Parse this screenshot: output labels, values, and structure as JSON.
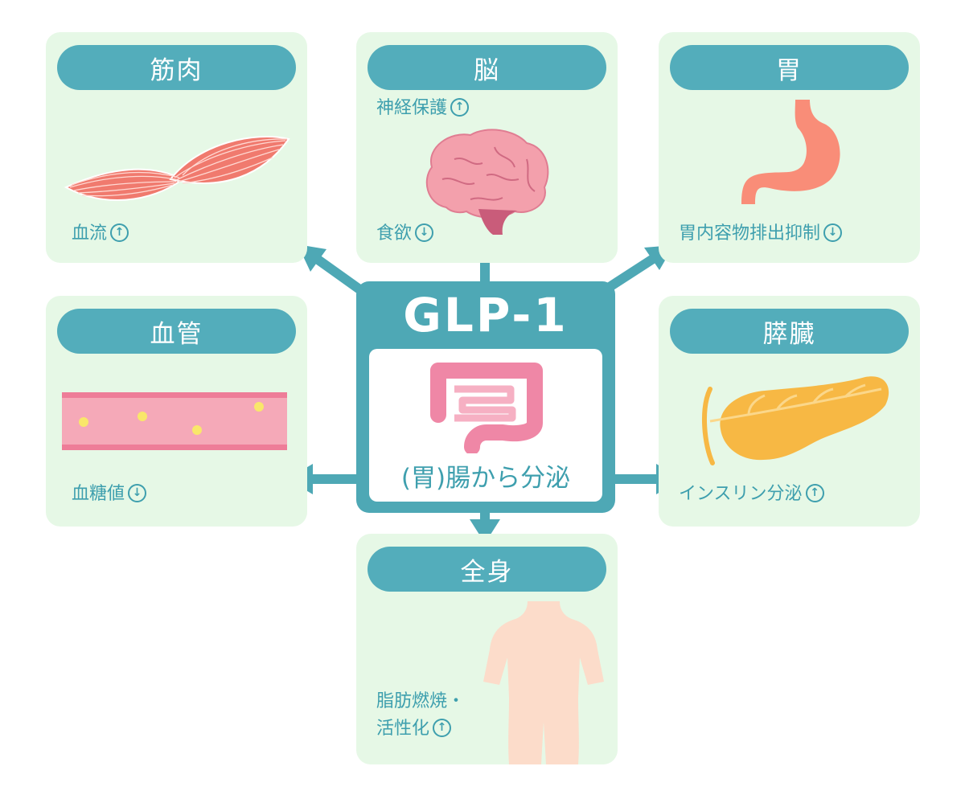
{
  "center": {
    "title": "GLP-1",
    "subtitle": "(胃)腸から分泌",
    "icon": "intestine-icon"
  },
  "cards": {
    "muscle": {
      "title": "筋肉",
      "effect": "血流",
      "direction": "up",
      "icon": "muscle-icon"
    },
    "brain": {
      "title": "脳",
      "effect_top": "神経保護",
      "direction_top": "up",
      "effect": "食欲",
      "direction": "down",
      "icon": "brain-icon"
    },
    "stomach": {
      "title": "胃",
      "effect": "胃内容物排出抑制",
      "direction": "down",
      "icon": "stomach-icon"
    },
    "vessel": {
      "title": "血管",
      "effect": "血糖値",
      "direction": "down",
      "icon": "blood-vessel-icon"
    },
    "pancreas": {
      "title": "膵臓",
      "effect": "インスリン分泌",
      "direction": "up",
      "icon": "pancreas-icon"
    },
    "body": {
      "title": "全身",
      "effect_line1": "脂肪燃焼・",
      "effect_line2": "活性化",
      "direction": "up",
      "icon": "body-icon"
    }
  },
  "symbols": {
    "up": "↑",
    "down": "↓"
  },
  "colors": {
    "teal": "#53adbb",
    "card_bg": "#e6f8e6",
    "text_teal": "#3e9fae",
    "muscle": "#f07a6e",
    "brain": "#f3a0ac",
    "stomach": "#f98d78",
    "vessel": "#f5a9b8",
    "pancreas": "#f7b844",
    "skin": "#fcdcca",
    "intestine": "#ef87a6"
  }
}
